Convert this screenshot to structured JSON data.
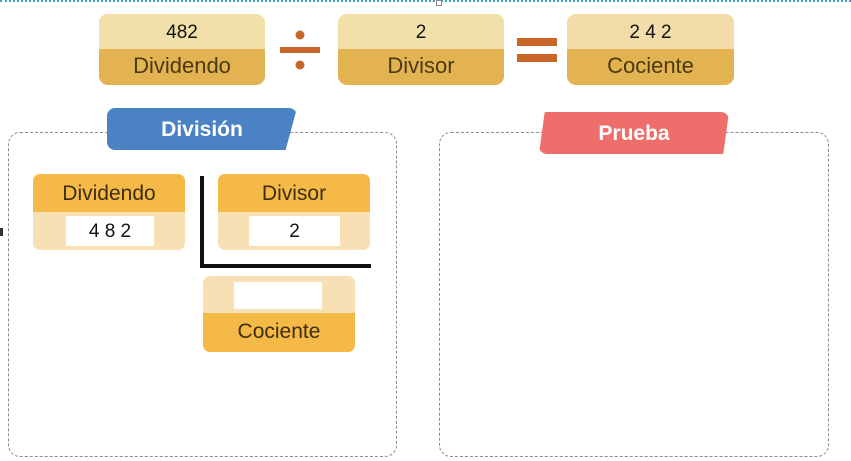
{
  "equation": {
    "dividend_value": "482",
    "dividend_label": "Dividendo",
    "divisor_value": "2",
    "divisor_label": "Divisor",
    "quotient_value": "2 4 2",
    "quotient_label": "Cociente",
    "operator_divide": "division-sign-icon",
    "operator_equals": "equals-sign-icon"
  },
  "tabs": {
    "division": "División",
    "proof": "Prueba"
  },
  "division_panel": {
    "dividend_label": "Dividendo",
    "dividend_value": "4 8 2",
    "divisor_label": "Divisor",
    "divisor_value": "2",
    "quotient_label": "Cociente",
    "quotient_value": ""
  },
  "colors": {
    "card_header": "#f4b947",
    "card_body": "#f8e0b5",
    "operator": "#c9652a",
    "tab_division": "#4a82c3",
    "tab_proof": "#ee6e6b"
  }
}
